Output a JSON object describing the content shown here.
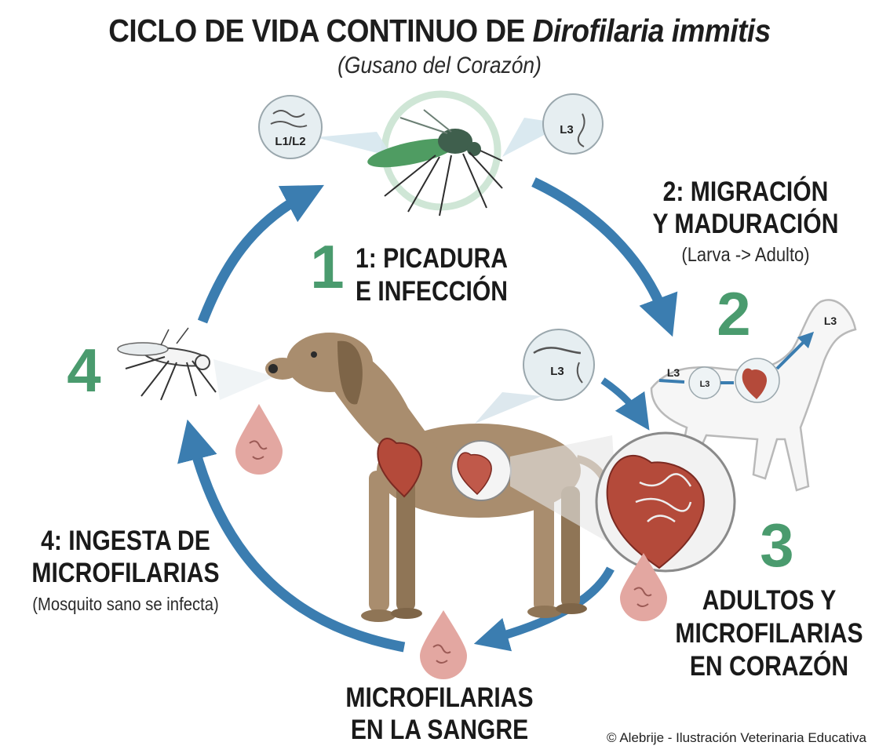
{
  "title": {
    "main": "CICLO DE VIDA CONTINUO DE ",
    "species": "Dirofilaria immitis",
    "subtitle": "(Gusano del Corazón)"
  },
  "steps": {
    "step1": {
      "number": "1",
      "line1": "1: PICADURA",
      "line2": "E INFECCIÓN"
    },
    "step2": {
      "number": "2",
      "line1": "2: MIGRACIÓN",
      "line2": "Y MADURACIÓN",
      "sub": "(Larva -> Adulto)"
    },
    "step3": {
      "number": "3",
      "line1": "ADULTOS Y",
      "line2": "MICROFILARIAS",
      "line3": "EN CORAZÓN"
    },
    "step4": {
      "number": "4",
      "line1": "4: INGESTA DE",
      "line2": "MICROFILARIAS",
      "sub": "(Mosquito sano se infecta)"
    },
    "blood": {
      "line1": "MICROFILARIAS",
      "line2": "EN LA SANGRE"
    }
  },
  "larva_labels": {
    "l1l2": "L1/L2",
    "l3_mosquito": "L3",
    "l3_dog": "L3",
    "l3_a": "L3",
    "l3_b": "L3",
    "l3_c": "L3"
  },
  "footer": "© Alebrije - Ilustración Veterinaria Educativa",
  "colors": {
    "arrow": "#3b7db0",
    "number": "#4a9b6e",
    "dog": "#a98d6e",
    "heart": "#b44a3a",
    "blood_drop": "#e3a7a1",
    "mosquito_green": "#4f9c62"
  },
  "icons": [
    "mosquito-infected-icon",
    "mosquito-healthy-icon",
    "dog-icon",
    "dog-outline-icon",
    "heart-icon",
    "blood-drop-icon",
    "larva-icon"
  ]
}
